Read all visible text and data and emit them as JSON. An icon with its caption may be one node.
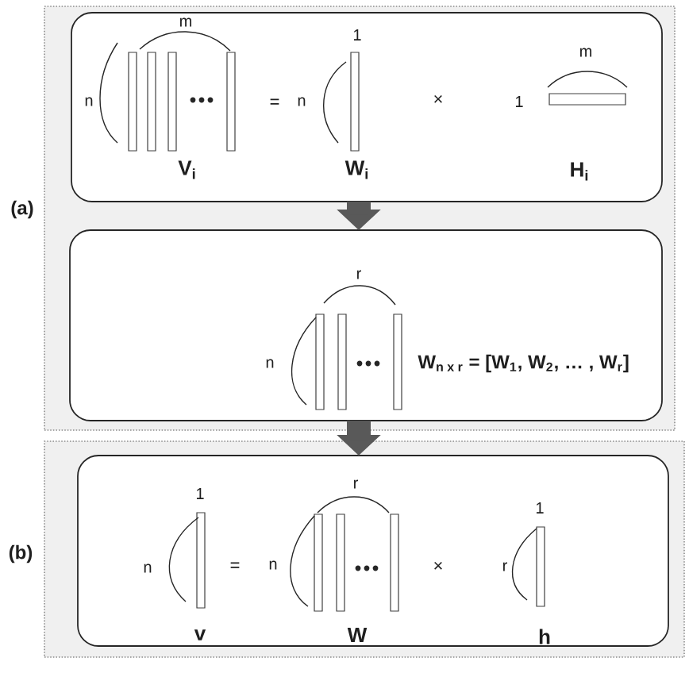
{
  "diagram": {
    "nodes": [
      {
        "text": [
          "(a)"
        ]
      },
      {
        "text": [
          "m",
          "1",
          "m",
          "n",
          "=",
          "n",
          "×",
          "1",
          "V$_{i}$",
          "W$_{i}$",
          "H$_{i}$"
        ],
        "in": 0
      },
      {
        "text": [
          "r",
          "n",
          "W$_{n x r}$ = [W$_{1}$, W$_{2}$, … , W$_{r}$]"
        ],
        "in": 0
      },
      {
        "text": [
          "(b)"
        ]
      },
      {
        "text": [
          "1",
          "r",
          "1",
          "n",
          "=",
          "n",
          "×",
          "r",
          "v",
          "W",
          "h"
        ],
        "in": 3
      }
    ],
    "edges": [
      {
        "from": 1,
        "to": 2,
        "arrow": "to"
      },
      {
        "from": 2,
        "to": 4,
        "arrow": "to"
      }
    ]
  }
}
